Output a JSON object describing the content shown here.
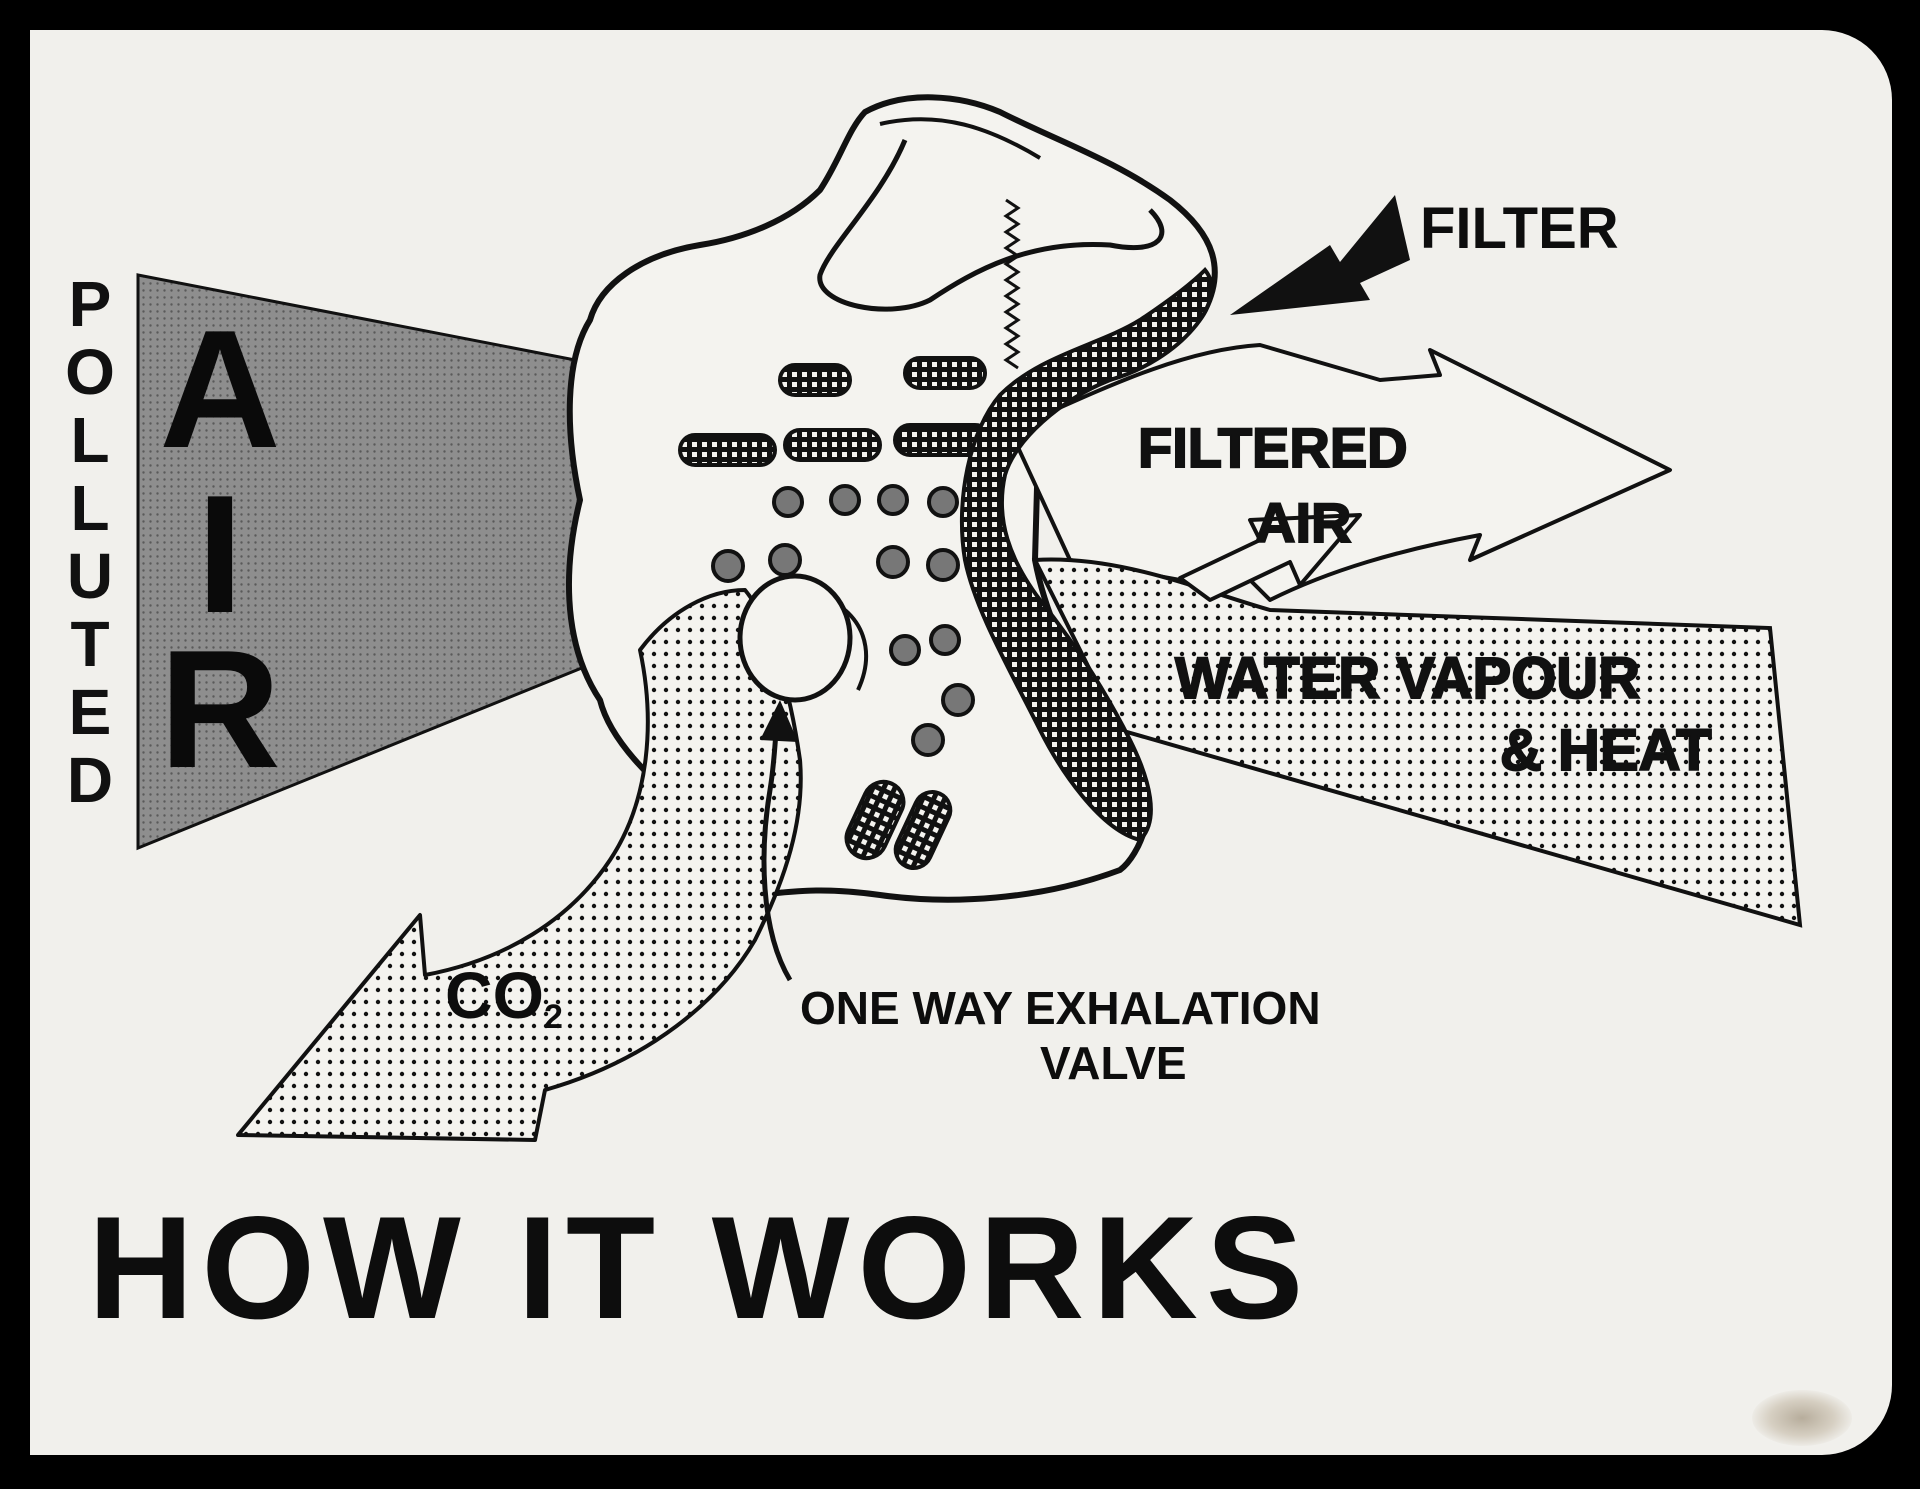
{
  "labels": {
    "filter": "FILTER",
    "filtered_air_line1": "FILTERED",
    "filtered_air_line2": "AIR",
    "water_vapour_line1": "WATER VAPOUR",
    "water_vapour_line2": "& HEAT",
    "co2": "CO",
    "co2_subscript": "2",
    "valve_line1": "ONE WAY EXHALATION",
    "valve_line2": "VALVE",
    "polluted": [
      "P",
      "O",
      "L",
      "L",
      "U",
      "T",
      "E",
      "D"
    ],
    "air": [
      "A",
      "I",
      "R"
    ]
  },
  "title": "HOW IT WORKS",
  "colors": {
    "background": "#000000",
    "card": "#f1f0ec",
    "ink": "#111111",
    "pollutedGray": "#9a9a9a"
  }
}
